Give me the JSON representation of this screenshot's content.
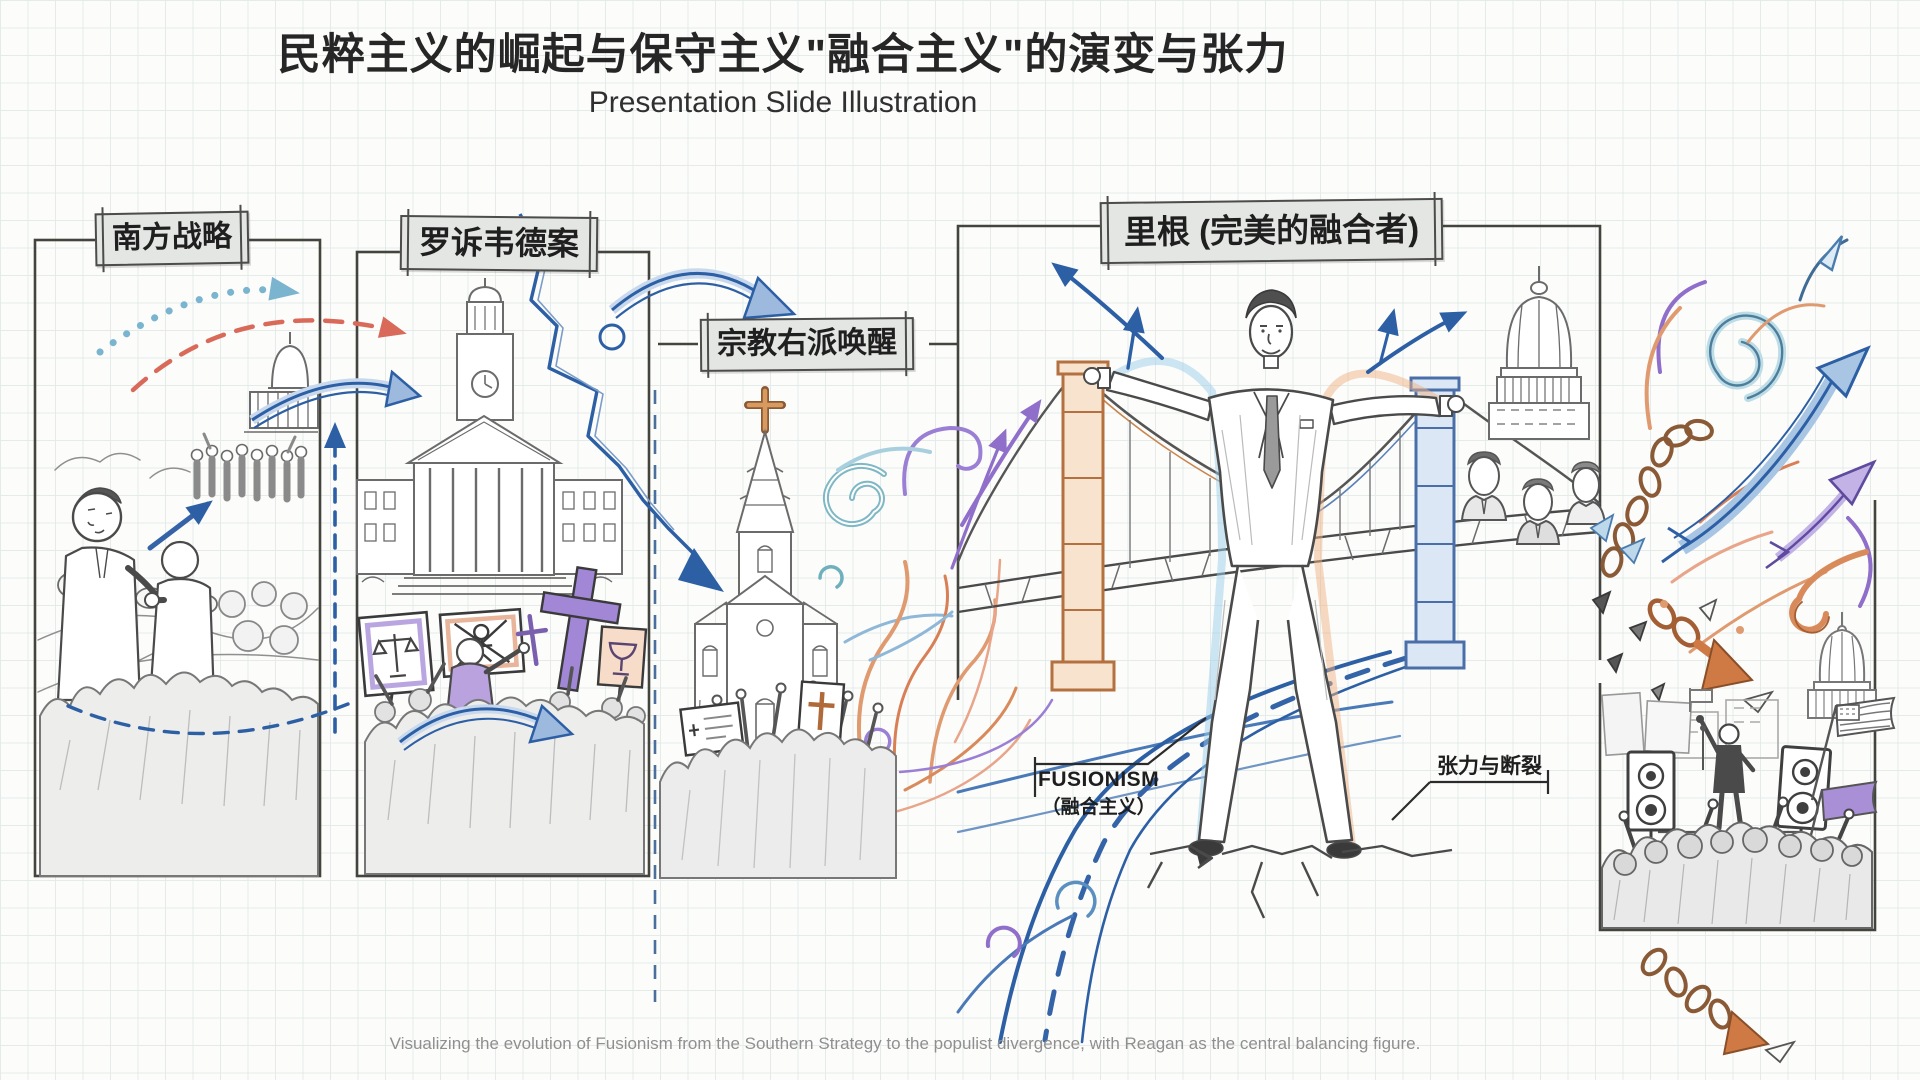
{
  "slide": {
    "title": "民粹主义的崛起与保守主义\"融合主义\"的演变与张力",
    "subtitle": "Presentation Slide Illustration",
    "caption": "Visualizing the evolution of Fusionism from the Southern Strategy to the populist divergence, with Reagan as the central balancing figure."
  },
  "labels": {
    "southern_strategy": "南方战略",
    "roe_v_wade": "罗诉韦德案",
    "religious_right": "宗教右派唤醒",
    "reagan": "里根 (完美的融合者)",
    "fusionism_en": "FUSIONISM",
    "fusionism_zh": "（融合主义）",
    "tension": "张力与断裂"
  },
  "colors": {
    "paper": "#fcfcfb",
    "grid": "#e4ebe8",
    "ink_blue": "#2d5fa5",
    "sky_blue": "#7ab4cf",
    "red": "#d96a5a",
    "purple": "#8f6fc9",
    "orange": "#d98a5a",
    "chain_brown": "#8a5a36",
    "pencil_gray": "#6b6b6b",
    "label_fill": "#e3e6e2",
    "label_border": "#4c4c4a"
  }
}
